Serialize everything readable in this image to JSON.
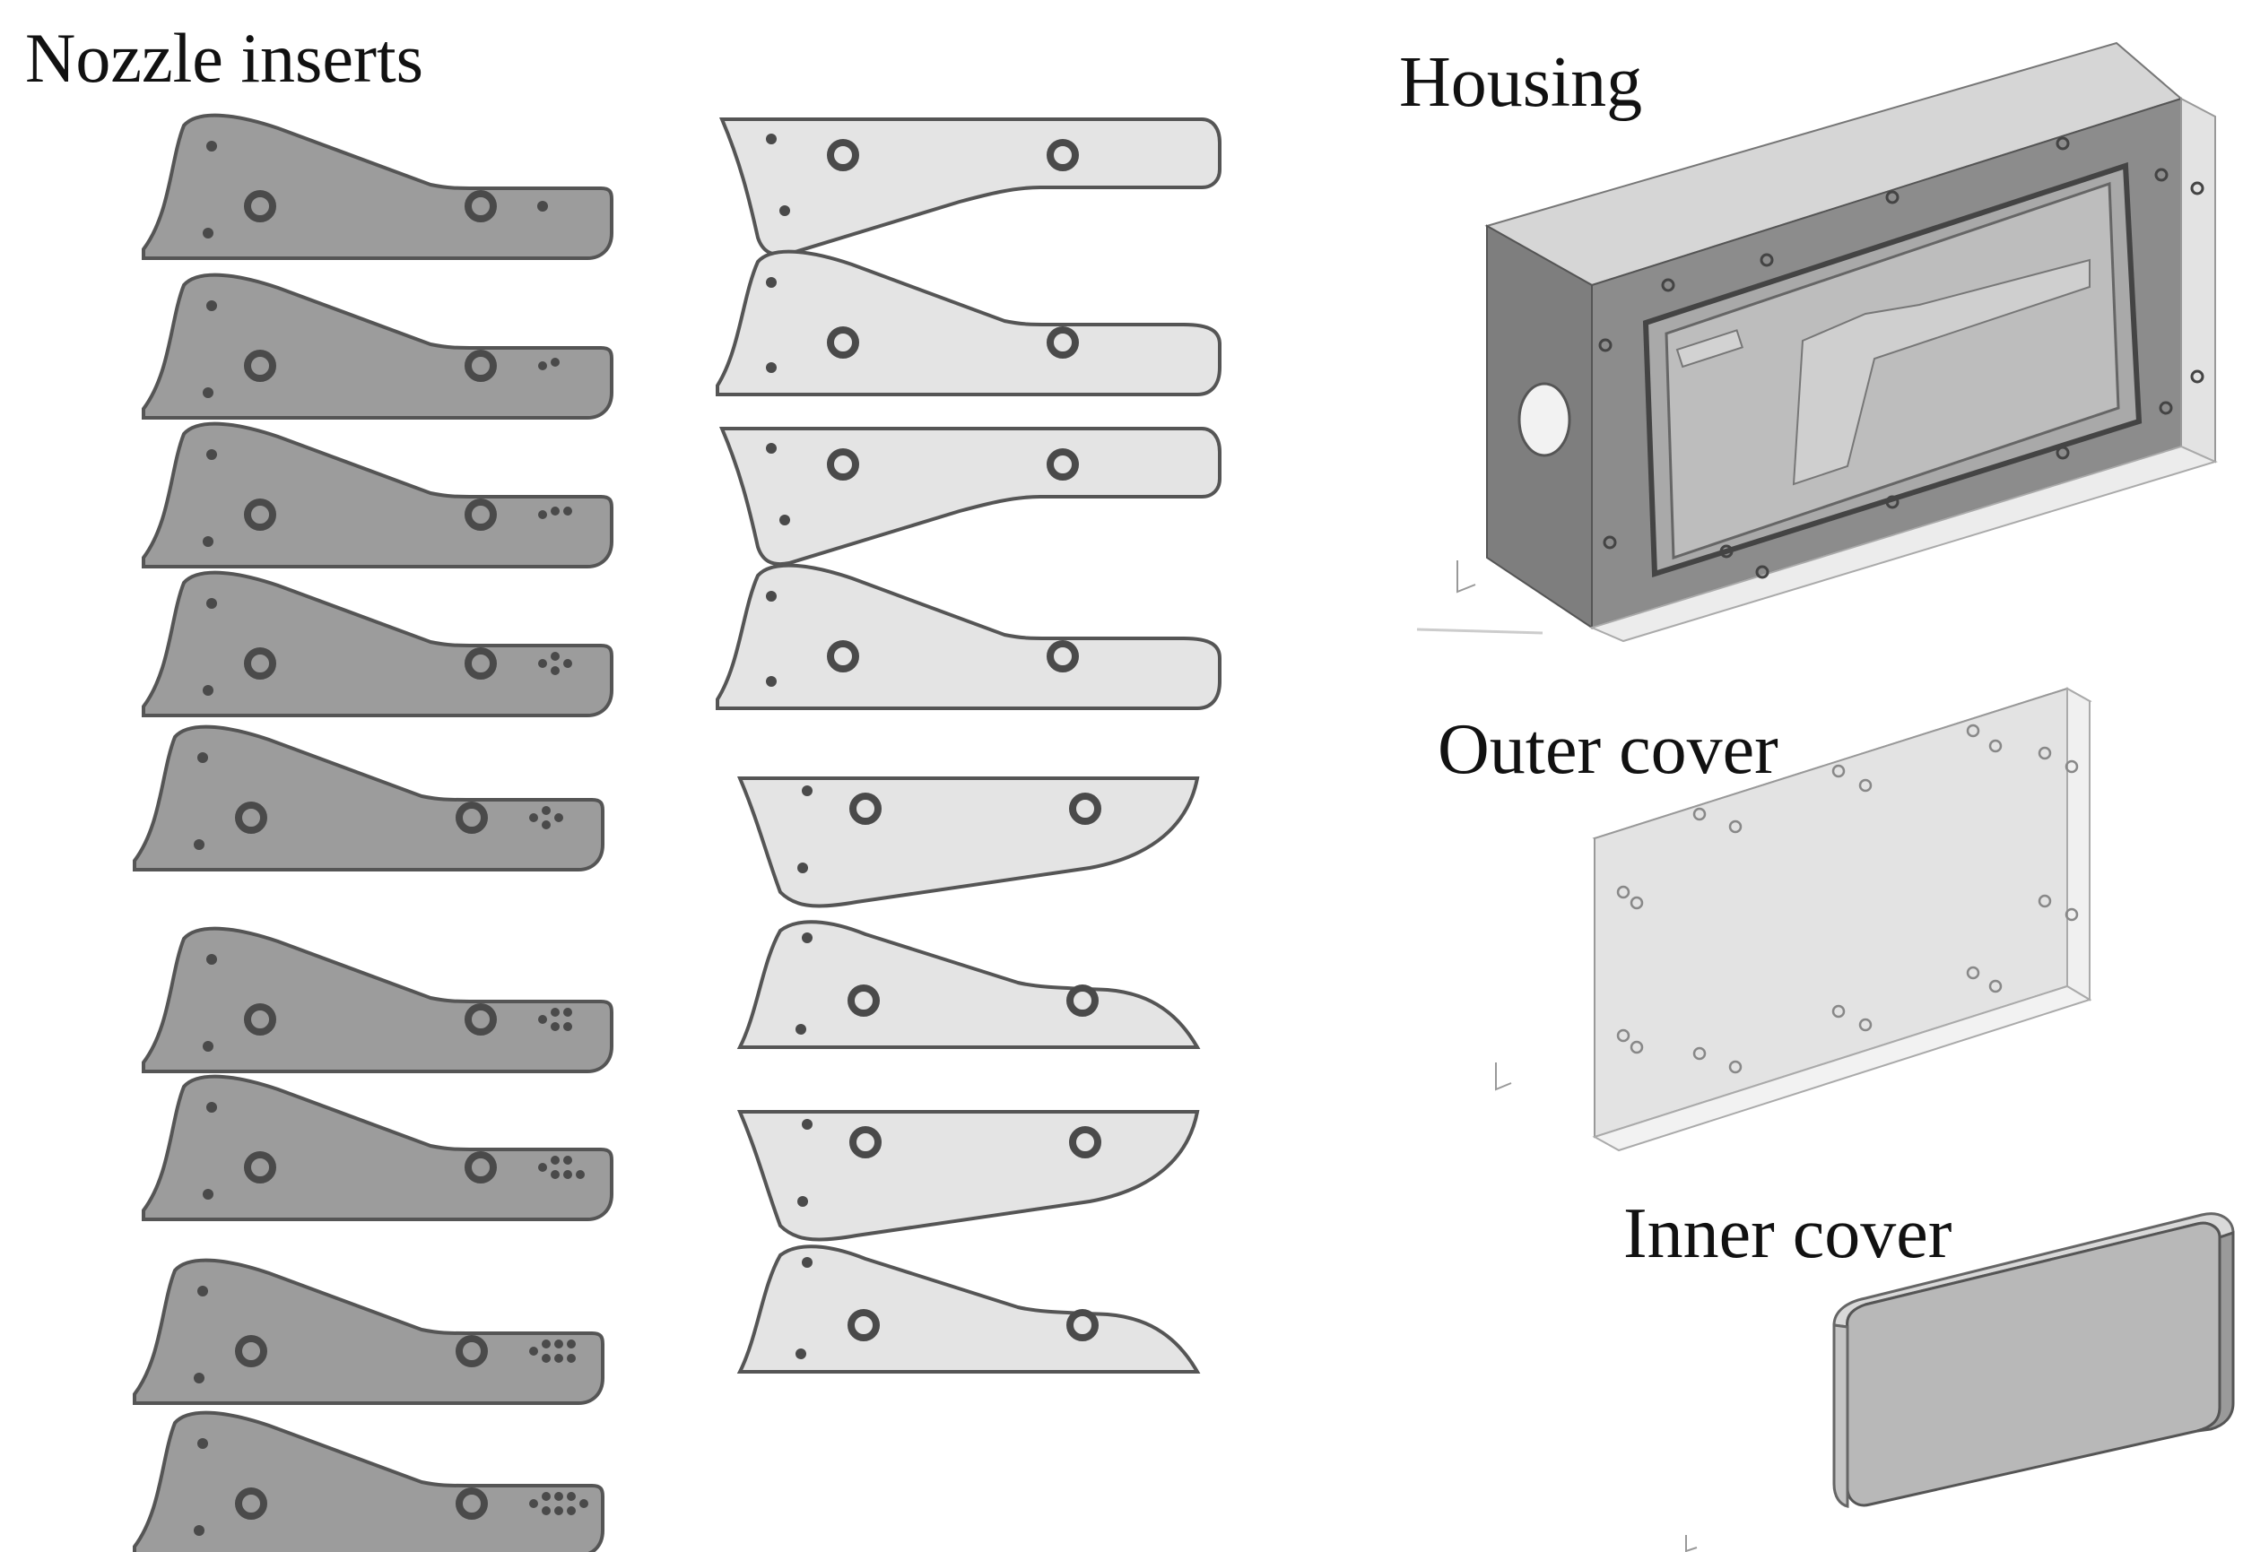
{
  "labels": {
    "nozzle_inserts": "Nozzle inserts",
    "housing": "Housing",
    "outer_cover": "Outer cover",
    "inner_cover": "Inner cover"
  },
  "colors": {
    "insert_dark": "#9c9c9c",
    "insert_light": "#e4e4e4",
    "outline": "#555555",
    "housing_dark": "#8a8a8a",
    "housing_mid": "#b4b4b4",
    "housing_light": "#d8d8d8"
  },
  "nozzle_inserts": {
    "left_column_hole_groups": [
      1,
      2,
      3,
      4,
      4,
      5,
      6,
      7,
      8
    ],
    "right_column_count": 8
  }
}
